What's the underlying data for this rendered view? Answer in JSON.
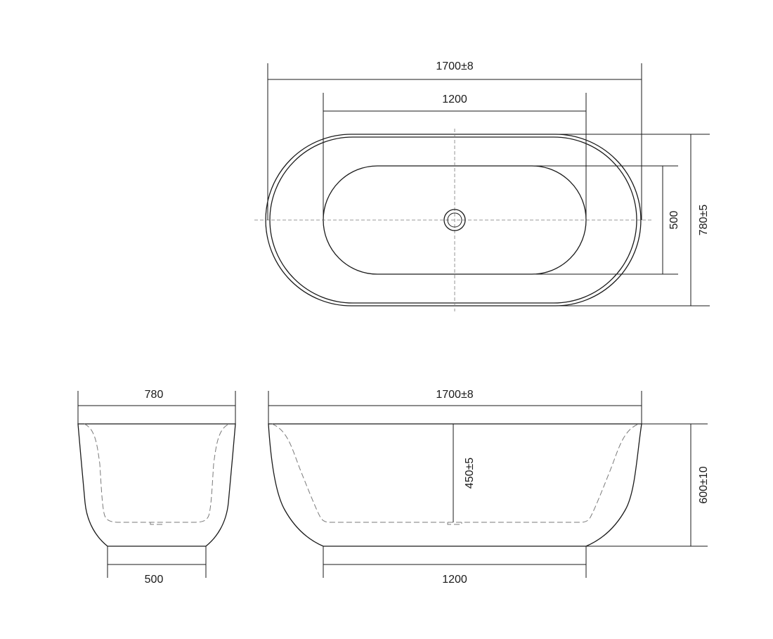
{
  "views": {
    "top": {
      "overall_length": "1700±8",
      "inner_length": "1200",
      "inner_width": "500",
      "overall_width": "780±5"
    },
    "end": {
      "top_width": "780",
      "base_width": "500"
    },
    "side": {
      "overall_length": "1700±8",
      "inner_depth": "450±5",
      "overall_height": "600±10",
      "base_length": "1200"
    }
  },
  "colors": {
    "line": "#1a1a1a",
    "hidden_line": "#7a7a7a",
    "background": "#ffffff"
  }
}
